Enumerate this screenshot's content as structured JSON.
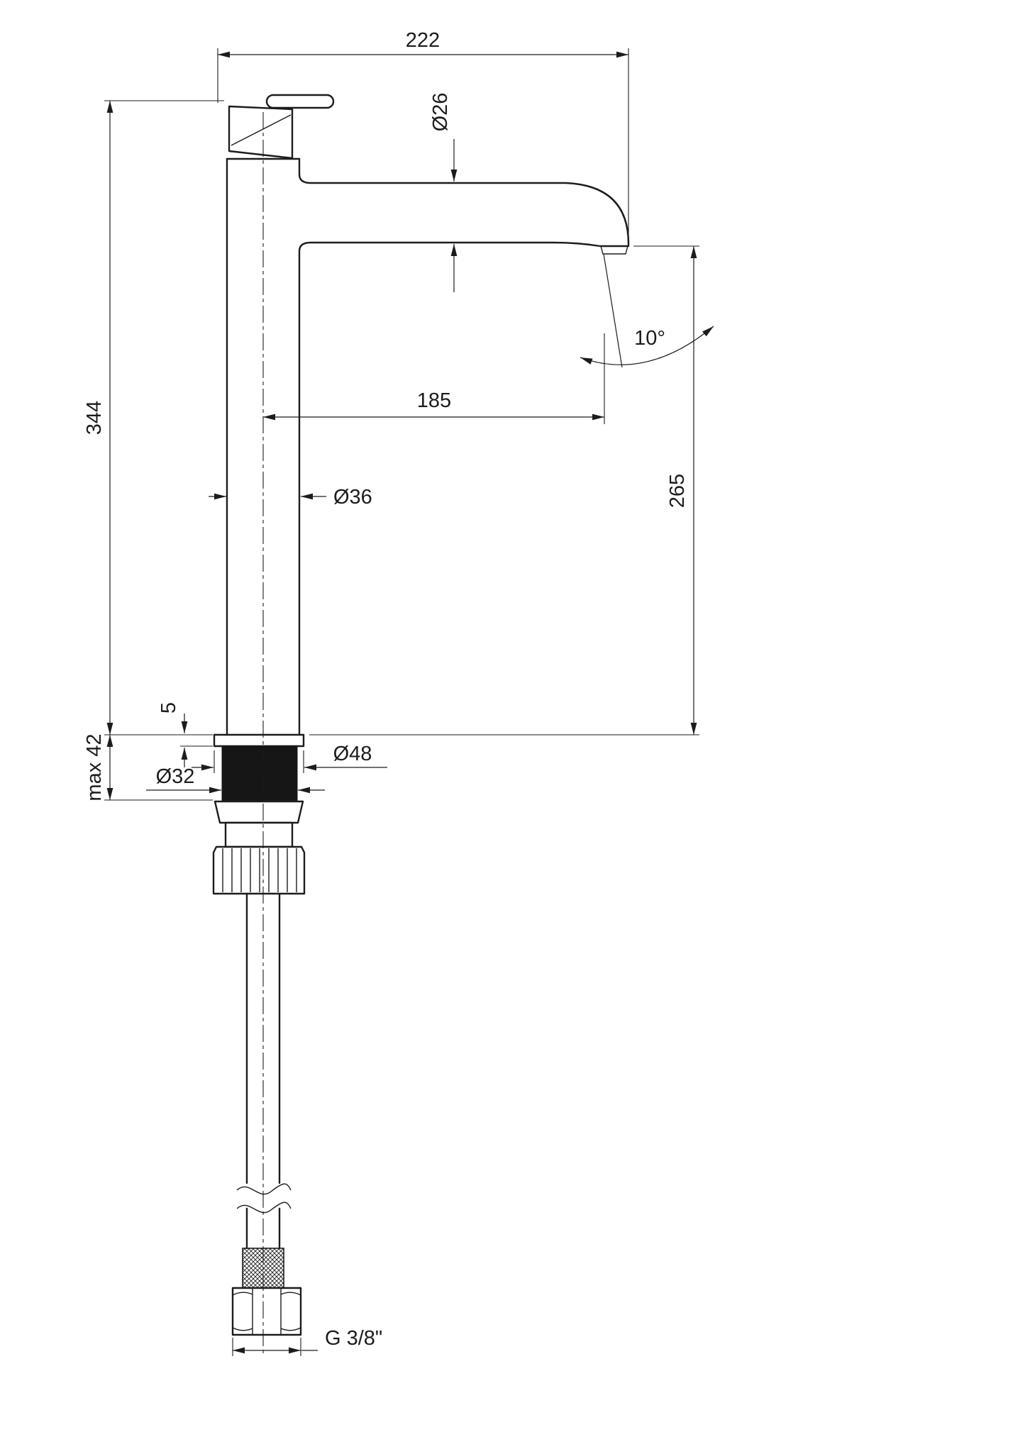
{
  "drawing": {
    "type": "technical-dimension-drawing",
    "subject": "tall single-lever basin mixer tap, side view",
    "colors": {
      "line": "#1c1c1c",
      "background": "#ffffff"
    },
    "dimensions": {
      "total_width": "222",
      "spout_tube_diameter": "Ø26",
      "body_height": "344",
      "max_mounting_thickness": "max 42",
      "spout_reach": "185",
      "outlet_height": "265",
      "body_diameter": "Ø36",
      "base_plate_thickness": "5",
      "base_diameter": "Ø48",
      "shank_diameter": "Ø32",
      "spout_angle": "10°",
      "connection_thread": "G 3/8\""
    }
  }
}
